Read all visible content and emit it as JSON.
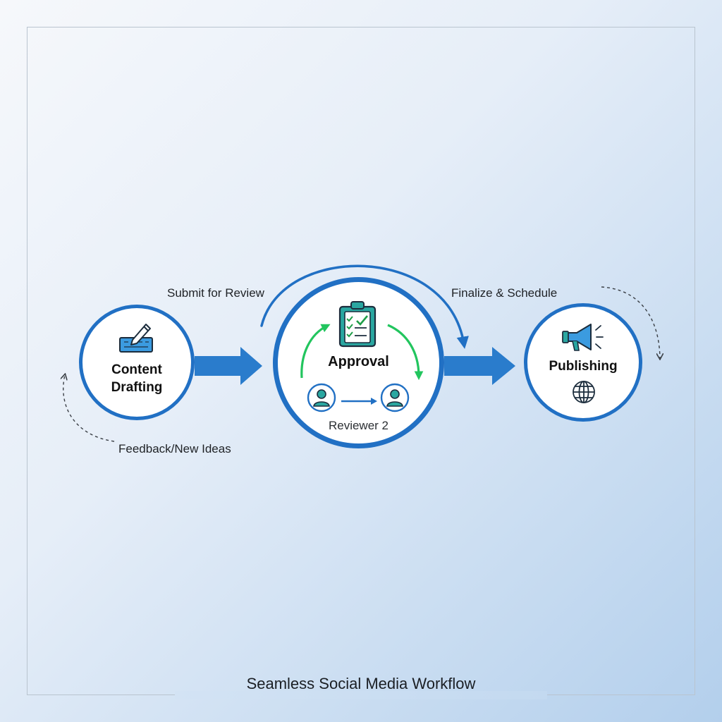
{
  "colors": {
    "primary_blue": "#2170c4",
    "arrow_blue": "#2a7ccc",
    "approval_green": "#23c55e",
    "icon_teal": "#2aa7a1",
    "text_dark": "#111111"
  },
  "flow_labels": {
    "submit": "Submit for Review",
    "finalize": "Finalize & Schedule",
    "feedback": "Feedback/New Ideas"
  },
  "nodes": [
    {
      "label_line1": "Content",
      "label_line2": "Drafting",
      "icon": "pencil-keyboard-icon"
    },
    {
      "label": "Approval",
      "icon": "clipboard-checklist-icon",
      "reviewer_label": "Reviewer 2"
    },
    {
      "label": "Publishing",
      "icons": [
        "megaphone-icon",
        "globe-icon"
      ]
    }
  ],
  "caption": "Seamless Social Media Workflow"
}
